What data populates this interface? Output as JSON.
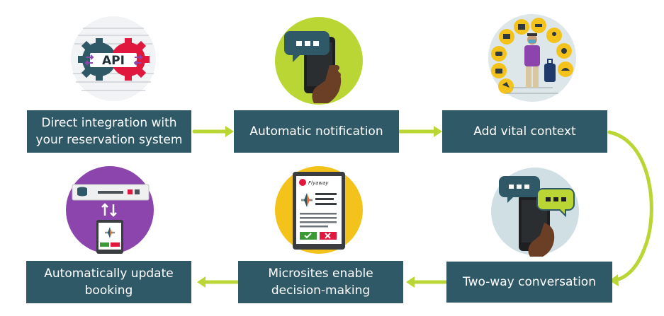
{
  "steps": [
    {
      "id": "integration",
      "lines": [
        "Direct integration with",
        "your reservation system"
      ]
    },
    {
      "id": "notification",
      "lines": [
        "Automatic notification"
      ]
    },
    {
      "id": "context",
      "lines": [
        "Add vital context"
      ]
    },
    {
      "id": "conversation",
      "lines": [
        "Two-way conversation"
      ]
    },
    {
      "id": "microsites",
      "lines": [
        "Microsites enable",
        "decision-making"
      ]
    },
    {
      "id": "update",
      "lines": [
        "Automatically update",
        "booking"
      ]
    }
  ],
  "icons": {
    "api_label": "API",
    "microsite_brand": "Flyaway"
  },
  "colors": {
    "box": "#2f5967",
    "arrow": "#b9d634",
    "gear_blue": "#2f5967",
    "gear_red": "#e0183e",
    "lime_circle": "#b9d634",
    "yellow_circle": "#f3c21b",
    "purple_circle": "#8b45ad",
    "grey_circle": "#cfdfe4"
  }
}
